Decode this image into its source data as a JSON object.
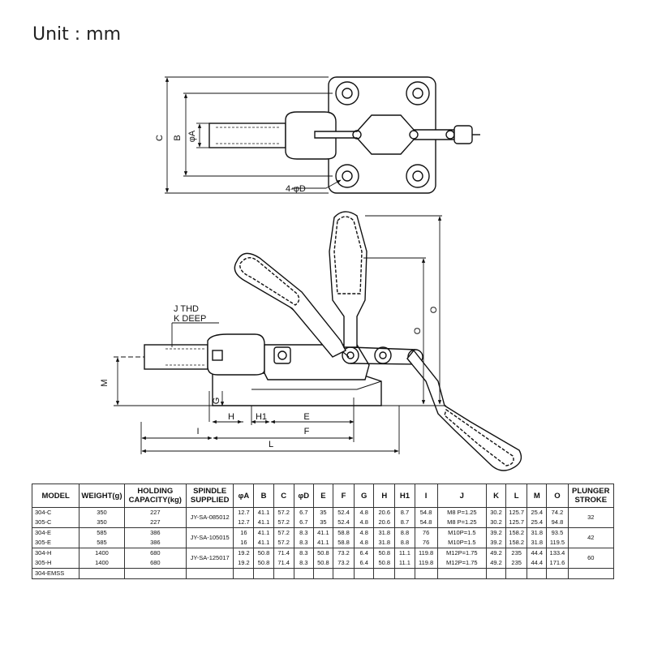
{
  "unit_label": "Unit : mm",
  "drawing_labels": {
    "c": "C",
    "b": "B",
    "phi_a": "φA",
    "four_phi_d": "4-φD",
    "j_thd": "J  THD",
    "k_deep": "K DEEP",
    "m": "M",
    "g": "G",
    "h": "H",
    "h1": "H1",
    "e": "E",
    "i": "I",
    "f": "F",
    "l": "L",
    "o": "O"
  },
  "table": {
    "headers": [
      "MODEL",
      "WEIGHT(g)",
      "HOLDING CAPACITY(kg)",
      "SPINDLE SUPPLIED",
      "φA",
      "B",
      "C",
      "φD",
      "E",
      "F",
      "G",
      "H",
      "H1",
      "I",
      "J",
      "K",
      "L",
      "M",
      "O",
      "PLUNGER STROKE"
    ],
    "spindles": [
      "JY-SA-085012",
      "JY-SA-105015",
      "JY-SA-125017"
    ],
    "strokes": [
      "32",
      "42",
      "60"
    ],
    "rows": [
      [
        "304-C",
        "350",
        "227",
        "12.7",
        "41.1",
        "57.2",
        "6.7",
        "35",
        "52.4",
        "4.8",
        "20.6",
        "8.7",
        "54.8",
        "M8 P=1.25",
        "30.2",
        "125.7",
        "25.4",
        "74.2"
      ],
      [
        "305-C",
        "350",
        "227",
        "12.7",
        "41.1",
        "57.2",
        "6.7",
        "35",
        "52.4",
        "4.8",
        "20.6",
        "8.7",
        "54.8",
        "M8 P=1.25",
        "30.2",
        "125.7",
        "25.4",
        "94.8"
      ],
      [
        "304-E",
        "585",
        "386",
        "16",
        "41.1",
        "57.2",
        "8.3",
        "41.1",
        "58.8",
        "4.8",
        "31.8",
        "8.8",
        "76",
        "M10P=1.5",
        "39.2",
        "158.2",
        "31.8",
        "93.5"
      ],
      [
        "305-E",
        "585",
        "386",
        "16",
        "41.1",
        "57.2",
        "8.3",
        "41.1",
        "58.8",
        "4.8",
        "31.8",
        "8.8",
        "76",
        "M10P=1.5",
        "39.2",
        "158.2",
        "31.8",
        "119.5"
      ],
      [
        "304-H",
        "1400",
        "680",
        "19.2",
        "50.8",
        "71.4",
        "8.3",
        "50.8",
        "73.2",
        "6.4",
        "50.8",
        "11.1",
        "119.8",
        "M12P=1.75",
        "49.2",
        "235",
        "44.4",
        "133.4"
      ],
      [
        "305-H",
        "1400",
        "680",
        "19.2",
        "50.8",
        "71.4",
        "8.3",
        "50.8",
        "73.2",
        "6.4",
        "50.8",
        "11.1",
        "119.8",
        "M12P=1.75",
        "49.2",
        "235",
        "44.4",
        "171.6"
      ]
    ],
    "extra_model": "304-EMSS"
  }
}
